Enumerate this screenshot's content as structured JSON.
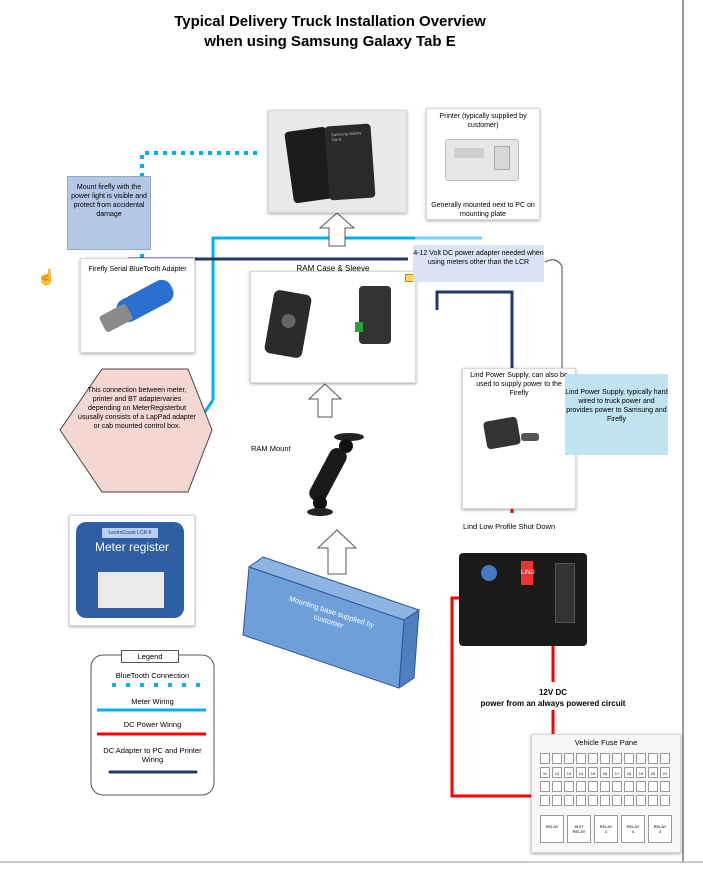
{
  "title": {
    "line1": "Typical  Delivery Truck Installation Overview",
    "line2": "when using Samsung Galaxy Tab E"
  },
  "tablet": {
    "screen_text": "Samsung Galaxy Tab E"
  },
  "printer": {
    "top_label": "Printer (typically supplied by customer)",
    "bottom_label": "Generally mounted next to PC on mounting plate"
  },
  "firefly_note": "Mount firefly with the power light is visible and protect from accidental damage",
  "firefly": {
    "label": "Firefly Serial BlueTooth Adapter"
  },
  "ram_case": {
    "label": "RAM Case & Sleeve"
  },
  "dc_adapter_note": "4-12 Volt DC power adapter needed when using meters other than the LCR",
  "hexagon_note": "This connection between meter, printer and BT adaptervaries depending on MeterRegisterbut ususally consists of a LapPad adapter or cab mounted control box.",
  "ram_mount": {
    "label": "RAM Mount"
  },
  "lind_supply": {
    "label": "Lind Power Supply, can also be used to supply power to the Firefly"
  },
  "lind_note": "Lind Power Supply, typically hard wired to truck power and provides power to Samsung and Firefly",
  "meter_register": {
    "label": "Meter register",
    "brand": "LectroCount LCR-II"
  },
  "mounting_base": {
    "label": "Mounting base supplied by customer"
  },
  "shutdown": {
    "label": "Lind Low Profile Shut Down",
    "brand": "LIND"
  },
  "power_label": {
    "line1": "12V DC",
    "line2": "power from an always powered circuit"
  },
  "fuse_panel": {
    "label": "Vehicle Fuse Pane",
    "fuse_numbers": [
      "11",
      "12",
      "13",
      "14",
      "15",
      "16",
      "17",
      "18",
      "19",
      "20",
      "21"
    ],
    "relay_labels": [
      "RELAY",
      "INST\nRELAY",
      "RELAY\n2",
      "RELAY\n4",
      "RELAY\n3"
    ]
  },
  "legend": {
    "title": "Legend",
    "items": [
      {
        "label": "BlueTooth Connection",
        "style": "dotted",
        "color": "#00b0f0"
      },
      {
        "label": "Meter Wiring",
        "style": "solid",
        "color": "#00b0f0"
      },
      {
        "label": "DC Power Wiring",
        "style": "solid",
        "color": "#ff0000"
      },
      {
        "label": "DC Adapter to PC and Printer Wiring",
        "style": "solid",
        "color": "#1f3864"
      }
    ]
  },
  "colors": {
    "bluetooth": "#00b0f0",
    "meter_wiring": "#00b0f0",
    "dc_power": "#ff0000",
    "dc_adapter": "#1f3864",
    "mounting_base": "#6f9fd8",
    "hexagon_fill": "#f4d7d3"
  }
}
